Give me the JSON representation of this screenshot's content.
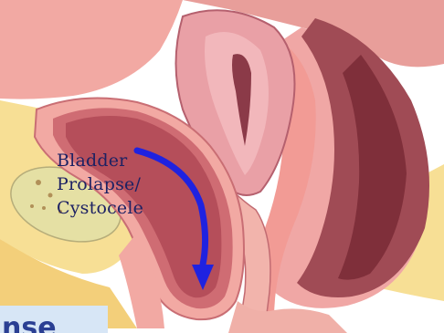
{
  "label": {
    "lines": [
      "Bladder",
      "Prolapse/",
      "Cystocele"
    ]
  },
  "banner": {
    "text": "nse"
  },
  "colors": {
    "skin_yellow": "#f7df95",
    "pink_tissue": "#f2a9a3",
    "dark_wall": "#a04b55",
    "lumen": "#c65c66",
    "arrow_blue": "#1f22e0",
    "label_text": "#1d2163",
    "banner_bg": "#d7e6f6"
  }
}
